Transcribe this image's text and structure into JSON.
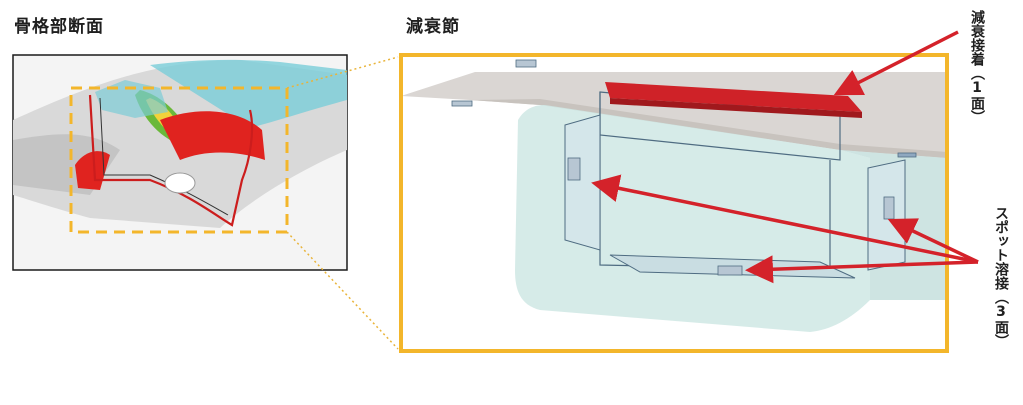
{
  "left_title": "骨格部断面",
  "right_title": "減衰節",
  "callouts": [
    {
      "label": "減衰接着（1面）"
    },
    {
      "label": "スポット溶接（3面）"
    }
  ],
  "colors": {
    "highlight_frame": "#f3b62b",
    "arrow": "#d4222a",
    "adhesive": "#c8252a",
    "panel": "#cfe7e4"
  }
}
